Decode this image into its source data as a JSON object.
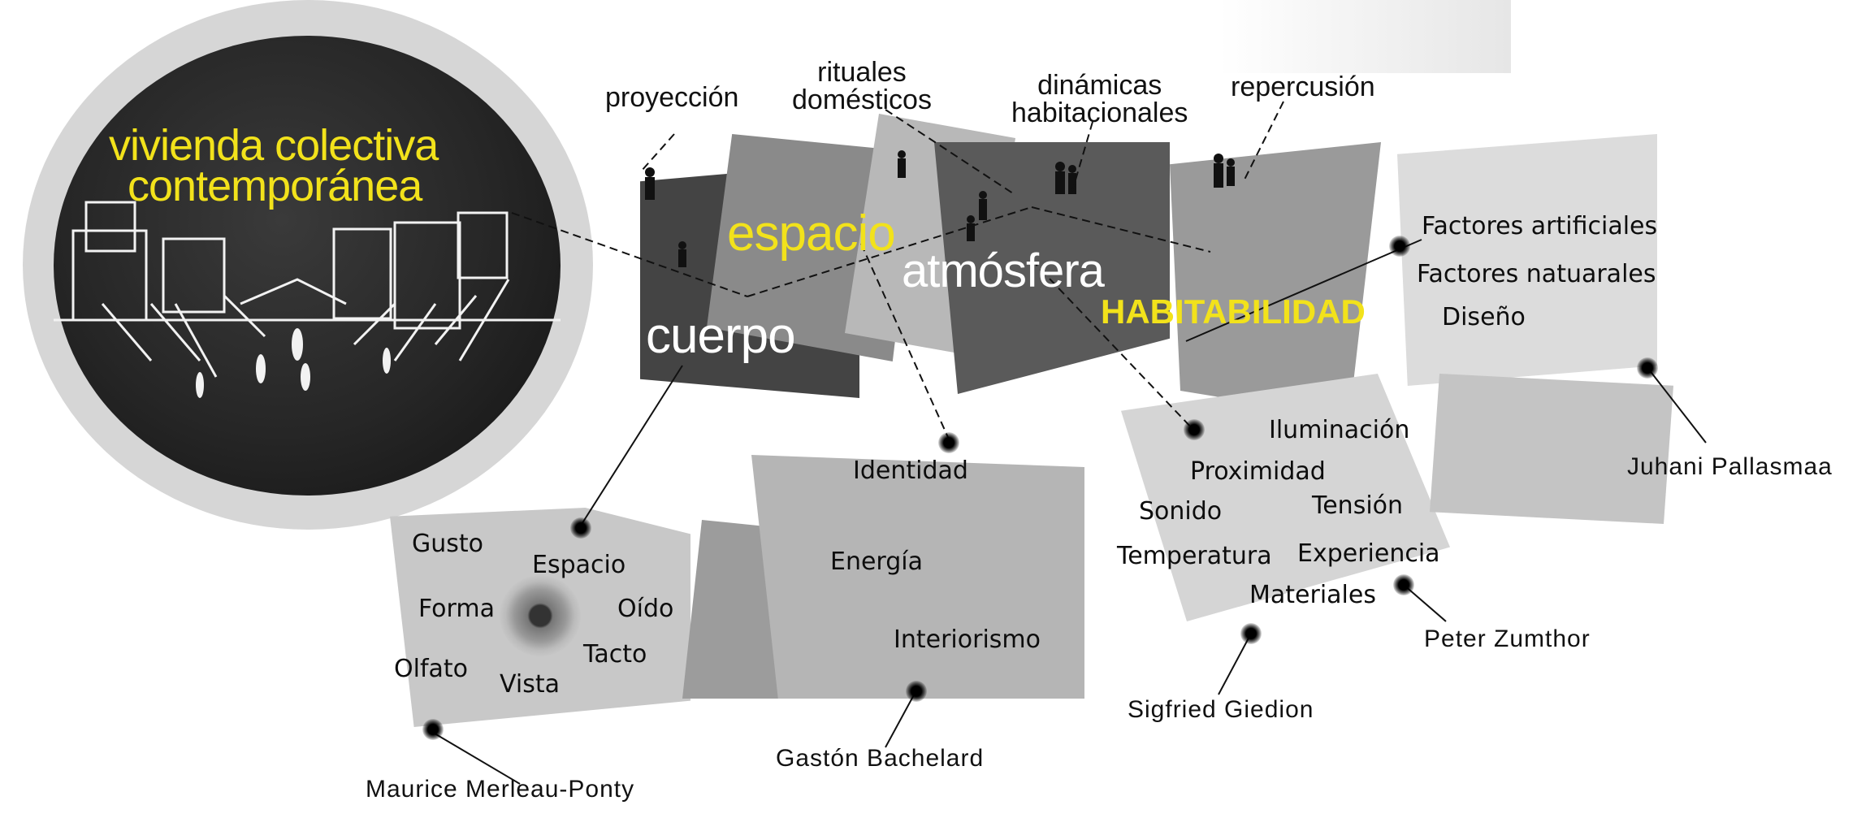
{
  "circle_title": {
    "line1": "vivienda colectiva",
    "line2": "contemporánea"
  },
  "concepts": {
    "cuerpo": "cuerpo",
    "espacio": "espacio",
    "atmosfera": "atmósfera",
    "habitabilidad": "HABITABILIDAD"
  },
  "leads": {
    "proyeccion": "proyección",
    "rituales": "rituales\ndomésticos",
    "dinamicas": "dinámicas\nhabitacionales",
    "repercusion": "repercusión"
  },
  "senses": [
    "Gusto",
    "Espacio",
    "Forma",
    "Oído",
    "Tacto",
    "Olfato",
    "Vista"
  ],
  "bachelard_terms": [
    "Identidad",
    "Energía",
    "Interiorismo"
  ],
  "zumthor_terms": [
    "Iluminación",
    "Proximidad",
    "Sonido",
    "Tensión",
    "Temperatura",
    "Experiencia",
    "Materiales"
  ],
  "pallasmaa_terms": [
    "Factores artificiales",
    "Factores natuarales",
    "Diseño"
  ],
  "authors": {
    "merleau": "Maurice Merleau-Ponty",
    "bachelard": "Gastón Bachelard",
    "giedion": "Sigfried Giedion",
    "zumthor": "Peter Zumthor",
    "pallasmaa": "Juhani Pallasmaa"
  },
  "colors": {
    "accent_yellow": "#f2e21b",
    "circle_dark": "#262626",
    "circle_ring": "#d9d9d9"
  }
}
